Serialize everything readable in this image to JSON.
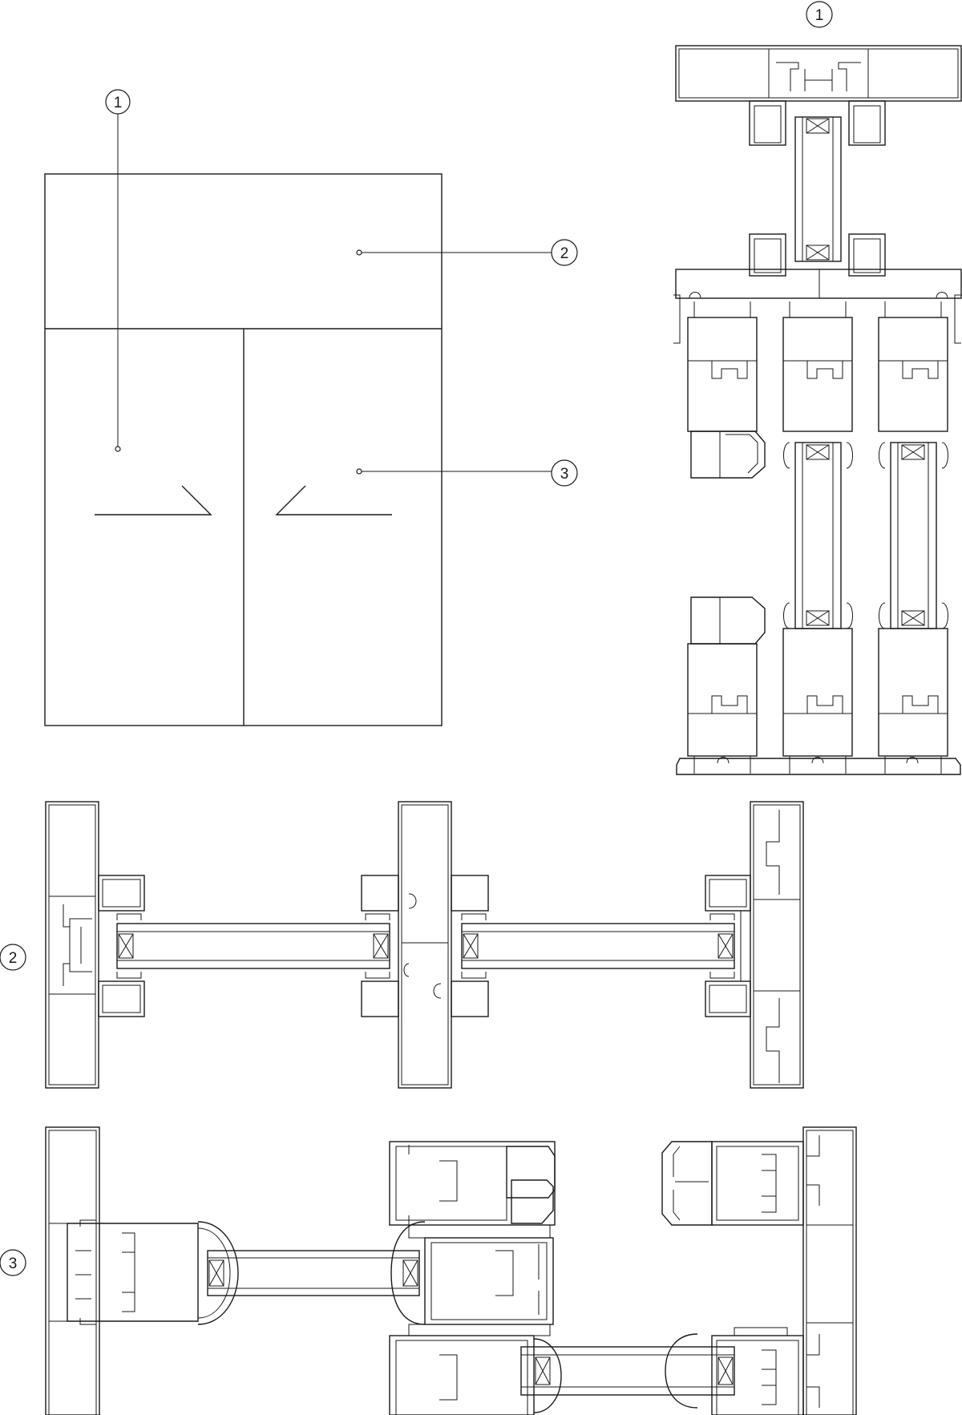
{
  "colors": {
    "line": "#1a1a1a",
    "background": "#ffffff"
  },
  "markers": {
    "elevation": [
      "1",
      "2",
      "3"
    ],
    "section_1_label": "1",
    "section_2_label": "2",
    "section_3_label": "3"
  }
}
